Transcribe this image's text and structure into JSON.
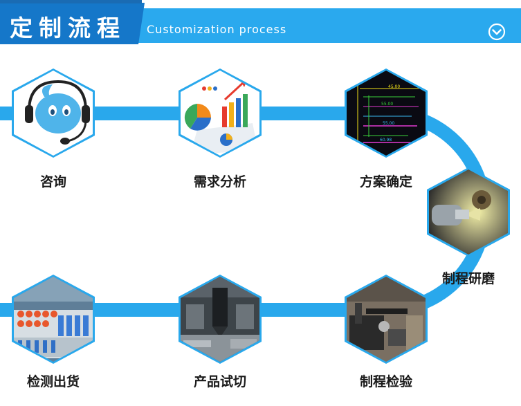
{
  "header": {
    "title": "定制流程",
    "subtitle": "Customization process",
    "colors": {
      "band": "#2aa9ee",
      "accent": "#1577c9",
      "line": "#29a8ec"
    }
  },
  "steps": [
    {
      "label": "咨询",
      "icon": "headset-mascot-icon"
    },
    {
      "label": "需求分析",
      "icon": "analysis-charts-icon"
    },
    {
      "label": "方案确定",
      "icon": "cad-drawing-icon"
    },
    {
      "label": "制程研磨",
      "icon": "grinding-machine-icon"
    },
    {
      "label": "制程检验",
      "icon": "inspection-equipment-icon"
    },
    {
      "label": "产品试切",
      "icon": "cutting-tool-icon"
    },
    {
      "label": "检测出货",
      "icon": "packaged-products-icon"
    }
  ]
}
